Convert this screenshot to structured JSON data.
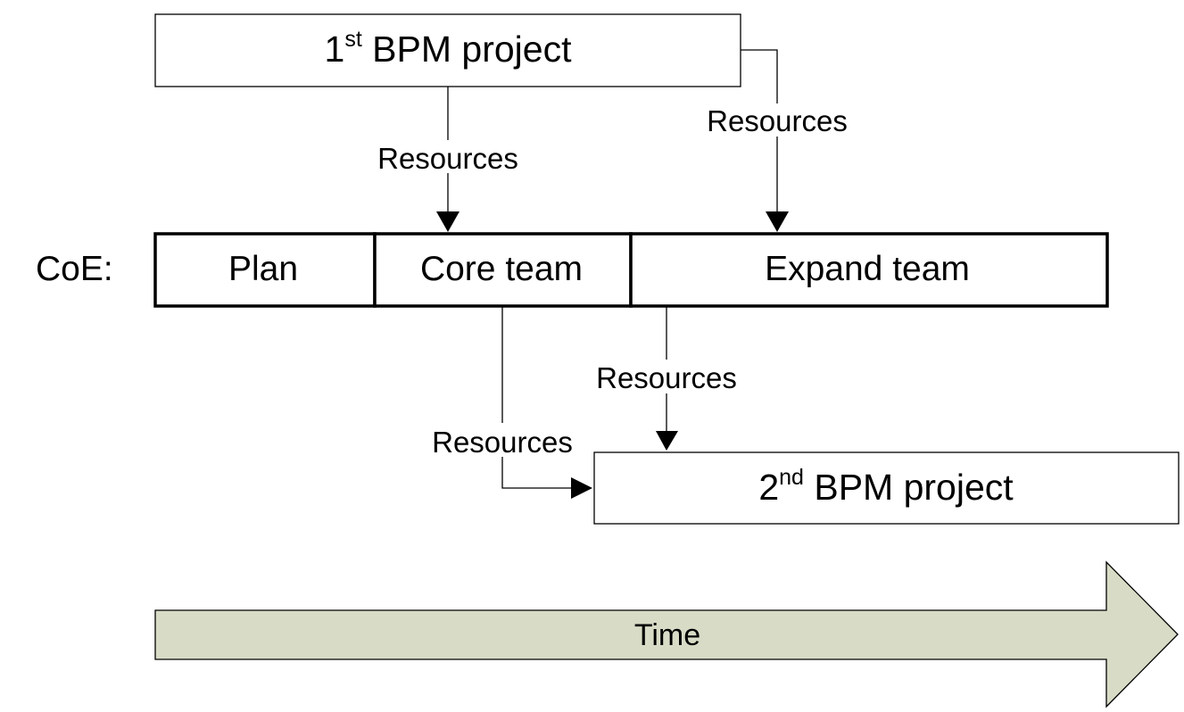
{
  "project1": {
    "number": "1",
    "suffix": "st",
    "label": " BPM project"
  },
  "project2": {
    "number": "2",
    "suffix": "nd",
    "label": " BPM project"
  },
  "coe": {
    "label": "CoE:",
    "phases": [
      "Plan",
      "Core team",
      "Expand team"
    ]
  },
  "flows": {
    "p1_to_core": "Resources",
    "p1_to_expand": "Resources",
    "expand_to_p2": "Resources",
    "core_to_p2": "Resources"
  },
  "timeline": {
    "label": "Time",
    "fill_color": "#d8dcc6"
  }
}
